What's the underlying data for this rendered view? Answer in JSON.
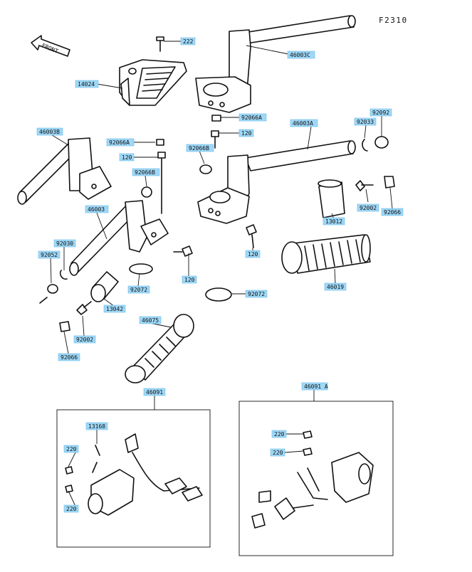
{
  "diagram_code": "F2310",
  "front_arrow_label": "FRONT",
  "labels": {
    "p222": "222",
    "p46003C": "46003C",
    "p14024": "14024",
    "p92066A_top": "92066A",
    "p120_top": "120",
    "p46003A": "46003A",
    "p92092": "92092",
    "p92033": "92033",
    "p46003B": "46003B",
    "p92066A_left": "92066A",
    "p120_left": "120",
    "p92066B_left": "92066B",
    "p92066B_mid": "92066B",
    "p46003": "46003",
    "p92030": "92030",
    "p92052": "92052",
    "p120_lower": "120",
    "p92072_left": "92072",
    "p13042": "13042",
    "p92002_left": "92002",
    "p92066_left": "92066",
    "p46075": "46075",
    "p13012": "13012",
    "p92002_right": "92002",
    "p92066_right": "92066",
    "p120_mid": "120",
    "p46019": "46019",
    "p92072_mid": "92072",
    "p46091": "46091",
    "p13168": "13168",
    "p220_a": "220",
    "p220_b": "220",
    "p46091A": "46091 A",
    "p220_c": "220",
    "p220_d": "220"
  }
}
